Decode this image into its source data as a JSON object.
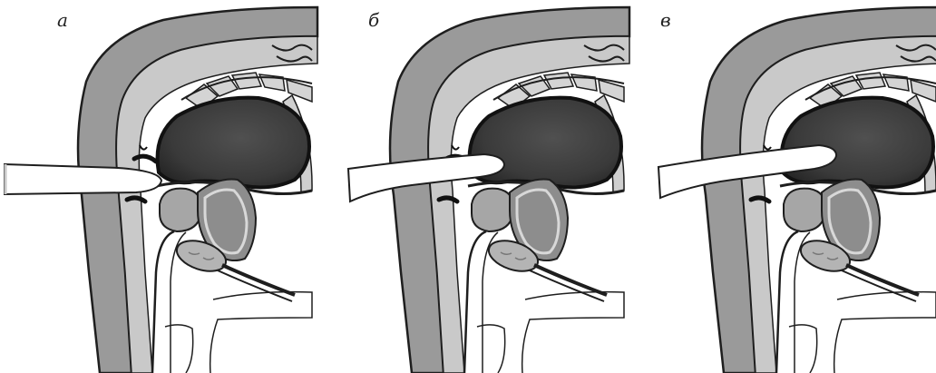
{
  "figure": {
    "panels": [
      {
        "label": "а"
      },
      {
        "label": "б"
      },
      {
        "label": "в"
      }
    ]
  },
  "colors": {
    "outline": "#1e1e1e",
    "sacrum": "#9a9a9a",
    "subcutis": "#c6c6c6",
    "pelvic_bone": "#e3e3e3",
    "vertebrae": "#d2d2d2",
    "rectum_content": "#3e3e3e",
    "bladder": "#8d8d8d",
    "prostate": "#a5a5a5",
    "glans": "#b8b8b8",
    "finger": "#ffffff"
  },
  "icons": {
    "finger": "examining-finger-glove"
  }
}
